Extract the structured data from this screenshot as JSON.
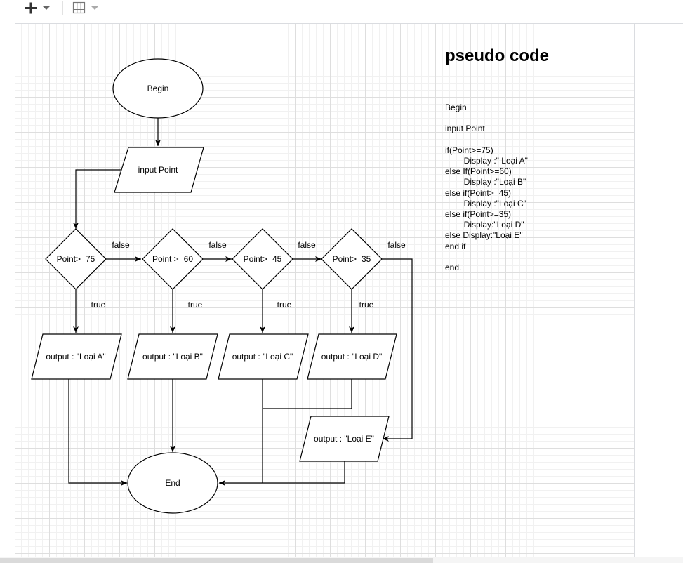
{
  "toolbar": {
    "insert_icon": "plus-icon",
    "insert_dropdown_icon": "caret-down-icon",
    "table_icon": "table-grid-icon",
    "table_dropdown_icon": "caret-down-icon"
  },
  "colors": {
    "stroke": "#000000",
    "text": "#000000",
    "grid_major": "#dedede",
    "grid_minor": "#f1f1f1"
  },
  "flowchart": {
    "begin": "Begin",
    "input": "input Point",
    "decisions": [
      "Point>=75",
      "Point >=60",
      "Point>=45",
      "Point>=35"
    ],
    "outputs": [
      "output : \"Loại A\"",
      "output : \"Loại B\"",
      "output : \"Loại C\"",
      "output : \"Loại D\"",
      "output : \"Loại E\""
    ],
    "false_label": "false",
    "true_label": "true",
    "end": "End"
  },
  "pseudo": {
    "title": "pseudo code",
    "lines": [
      "Begin",
      "",
      "input Point",
      "",
      "if(Point>=75)",
      "        Display :\" Loại A\"",
      "else If(Point>=60)",
      "        Display :\"Loại B\"",
      "else if(Point>=45)",
      "        Display :\"Loại C\"",
      "else if(Point>=35)",
      "        Display:\"Loại D\"",
      "else Display:\"Loại E\"",
      "end if",
      "",
      "end."
    ]
  }
}
